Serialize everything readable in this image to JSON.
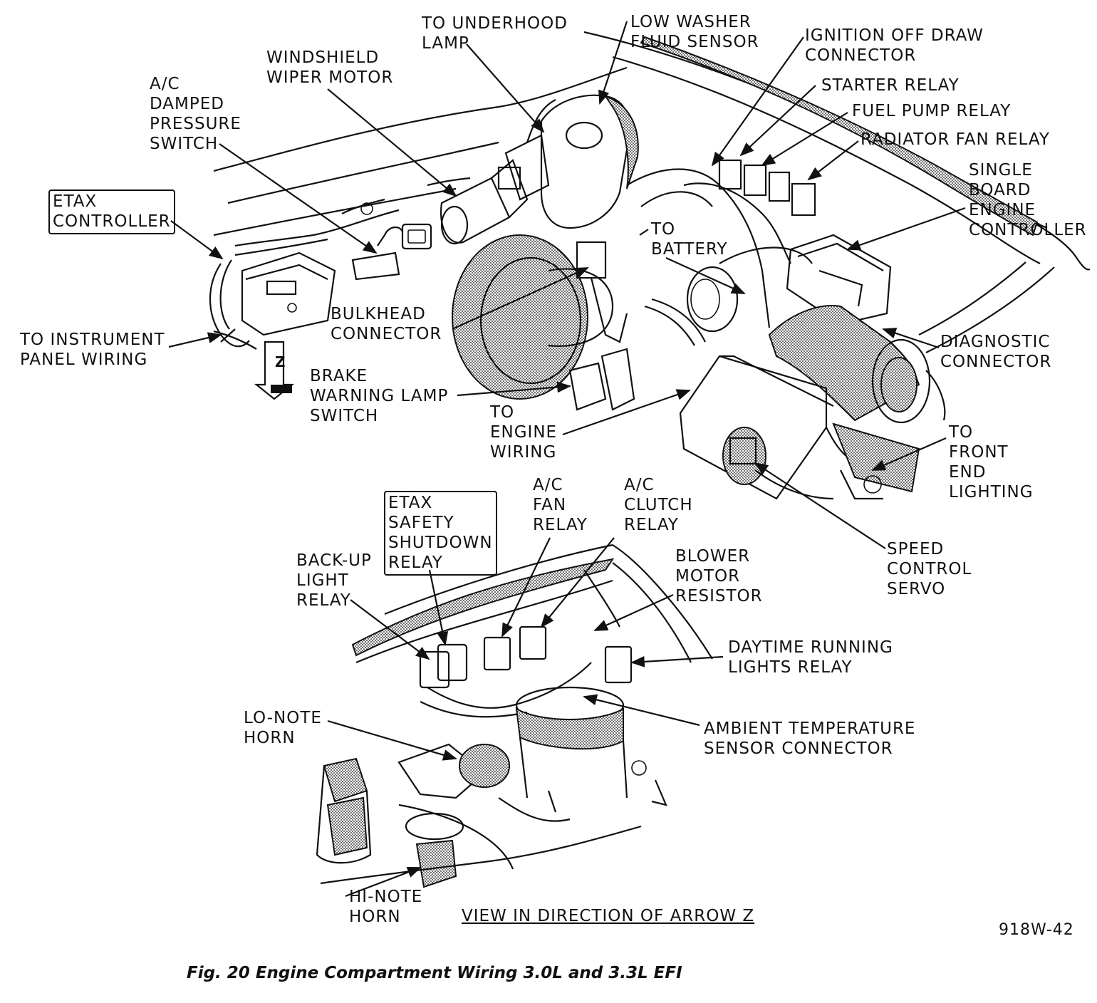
{
  "labels": {
    "etax_controller": [
      "ETAX",
      "CONTROLLER"
    ],
    "ac_damped_pressure_switch": [
      "A/C",
      "DAMPED",
      "PRESSURE",
      "SWITCH"
    ],
    "windshield_wiper_motor": [
      "WINDSHIELD",
      "WIPER MOTOR"
    ],
    "to_underhood_lamp": [
      "TO UNDERHOOD",
      "LAMP"
    ],
    "low_washer_fluid_sensor": [
      "LOW WASHER",
      "FLUID SENSOR"
    ],
    "ignition_off_draw_connector": [
      "IGNITION OFF DRAW",
      "CONNECTOR"
    ],
    "starter_relay": [
      "STARTER RELAY"
    ],
    "fuel_pump_relay": [
      "FUEL PUMP RELAY"
    ],
    "radiator_fan_relay": [
      "RADIATOR FAN RELAY"
    ],
    "single_board_engine_controller": [
      "SINGLE",
      "BOARD",
      "ENGINE",
      "CONTROLLER"
    ],
    "to_battery": [
      "TO",
      "BATTERY"
    ],
    "bulkhead_connector": [
      "BULKHEAD",
      "CONNECTOR"
    ],
    "to_instrument_panel_wiring": [
      "TO INSTRUMENT",
      "PANEL WIRING"
    ],
    "brake_warning_lamp_switch": [
      "BRAKE",
      "WARNING LAMP",
      "SWITCH"
    ],
    "to_engine_wiring": [
      "TO",
      "ENGINE",
      "WIRING"
    ],
    "diagnostic_connector": [
      "DIAGNOSTIC",
      "CONNECTOR"
    ],
    "to_front_end_lighting": [
      "TO",
      "FRONT",
      "END",
      "LIGHTING"
    ],
    "speed_control_servo": [
      "SPEED",
      "CONTROL",
      "SERVO"
    ],
    "etax_safety_shutdown_relay": [
      "ETAX",
      "SAFETY",
      "SHUTDOWN",
      "RELAY"
    ],
    "ac_fan_relay": [
      "A/C",
      "FAN",
      "RELAY"
    ],
    "ac_clutch_relay": [
      "A/C",
      "CLUTCH",
      "RELAY"
    ],
    "back_up_light_relay": [
      "BACK-UP",
      "LIGHT",
      "RELAY"
    ],
    "blower_motor_resistor": [
      "BLOWER",
      "MOTOR",
      "RESISTOR"
    ],
    "daytime_running_lights_relay": [
      "DAYTIME RUNNING",
      "LIGHTS RELAY"
    ],
    "lo_note_horn": [
      "LO-NOTE",
      "HORN"
    ],
    "ambient_temperature_sensor_connector": [
      "AMBIENT TEMPERATURE",
      "SENSOR CONNECTOR"
    ],
    "hi_note_horn": [
      "HI-NOTE",
      "HORN"
    ],
    "view_arrow_z": [
      "VIEW IN DIRECTION OF ARROW Z"
    ]
  },
  "arrow_marker": "Z",
  "figure_code": "918W-42",
  "caption": "Fig. 20 Engine Compartment Wiring 3.0L and 3.3L EFI"
}
